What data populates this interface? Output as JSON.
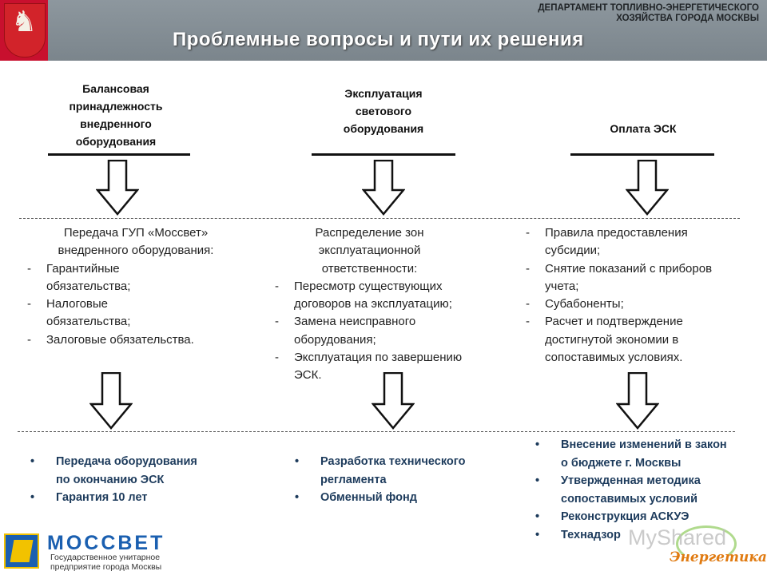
{
  "header": {
    "department": "ДЕПАРТАМЕНТ ТОПЛИВНО-ЭНЕРГЕТИЧЕСКОГО\nХОЗЯЙСТВА ГОРОДА МОСКВЫ",
    "title": "Проблемные вопросы и пути их решения"
  },
  "columns": [
    {
      "heading": "Балансовая\nпринадлежность\nвнедренного\nоборудования",
      "intro": "Передача ГУП «Моссвет»\nвнедренного оборудования:",
      "items": [
        "Гарантийные\nобязательства;",
        "Налоговые\nобязательства;",
        "Залоговые обязательства."
      ],
      "solutions": [
        "Передача оборудования\nпо окончанию ЭСК",
        "Гарантия 10 лет"
      ]
    },
    {
      "heading": "Эксплуатация\nсветового\nоборудования",
      "intro": "Распределение зон\nэксплуатационной\nответственности:",
      "items": [
        "Пересмотр существующих\nдоговоров на эксплуатацию;",
        "Замена неисправного\nоборудования;",
        "Эксплуатация по завершению\nЭСК."
      ],
      "solutions": [
        "Разработка технического\nрегламента",
        "Обменный фонд"
      ]
    },
    {
      "heading": "Оплата ЭСК",
      "intro": "",
      "items": [
        "Правила предоставления\nсубсидии;",
        "Снятие показаний с приборов\nучета;",
        "Субабоненты;",
        "Расчет и подтверждение\nдостигнутой экономии в\nсопоставимых условиях."
      ],
      "solutions": [
        "Внесение изменений в закон\nо бюджете г. Москвы",
        "Утвержденная методика\nсопоставимых условий",
        "Реконструкция АСКУЭ",
        "Технадзор"
      ]
    }
  ],
  "logo": {
    "name": "МОССВЕТ",
    "line1": "Государственное унитарное",
    "line2": "предприятие города Москвы"
  },
  "watermark": {
    "text": "MyShared",
    "brand": "Энергетика"
  }
}
